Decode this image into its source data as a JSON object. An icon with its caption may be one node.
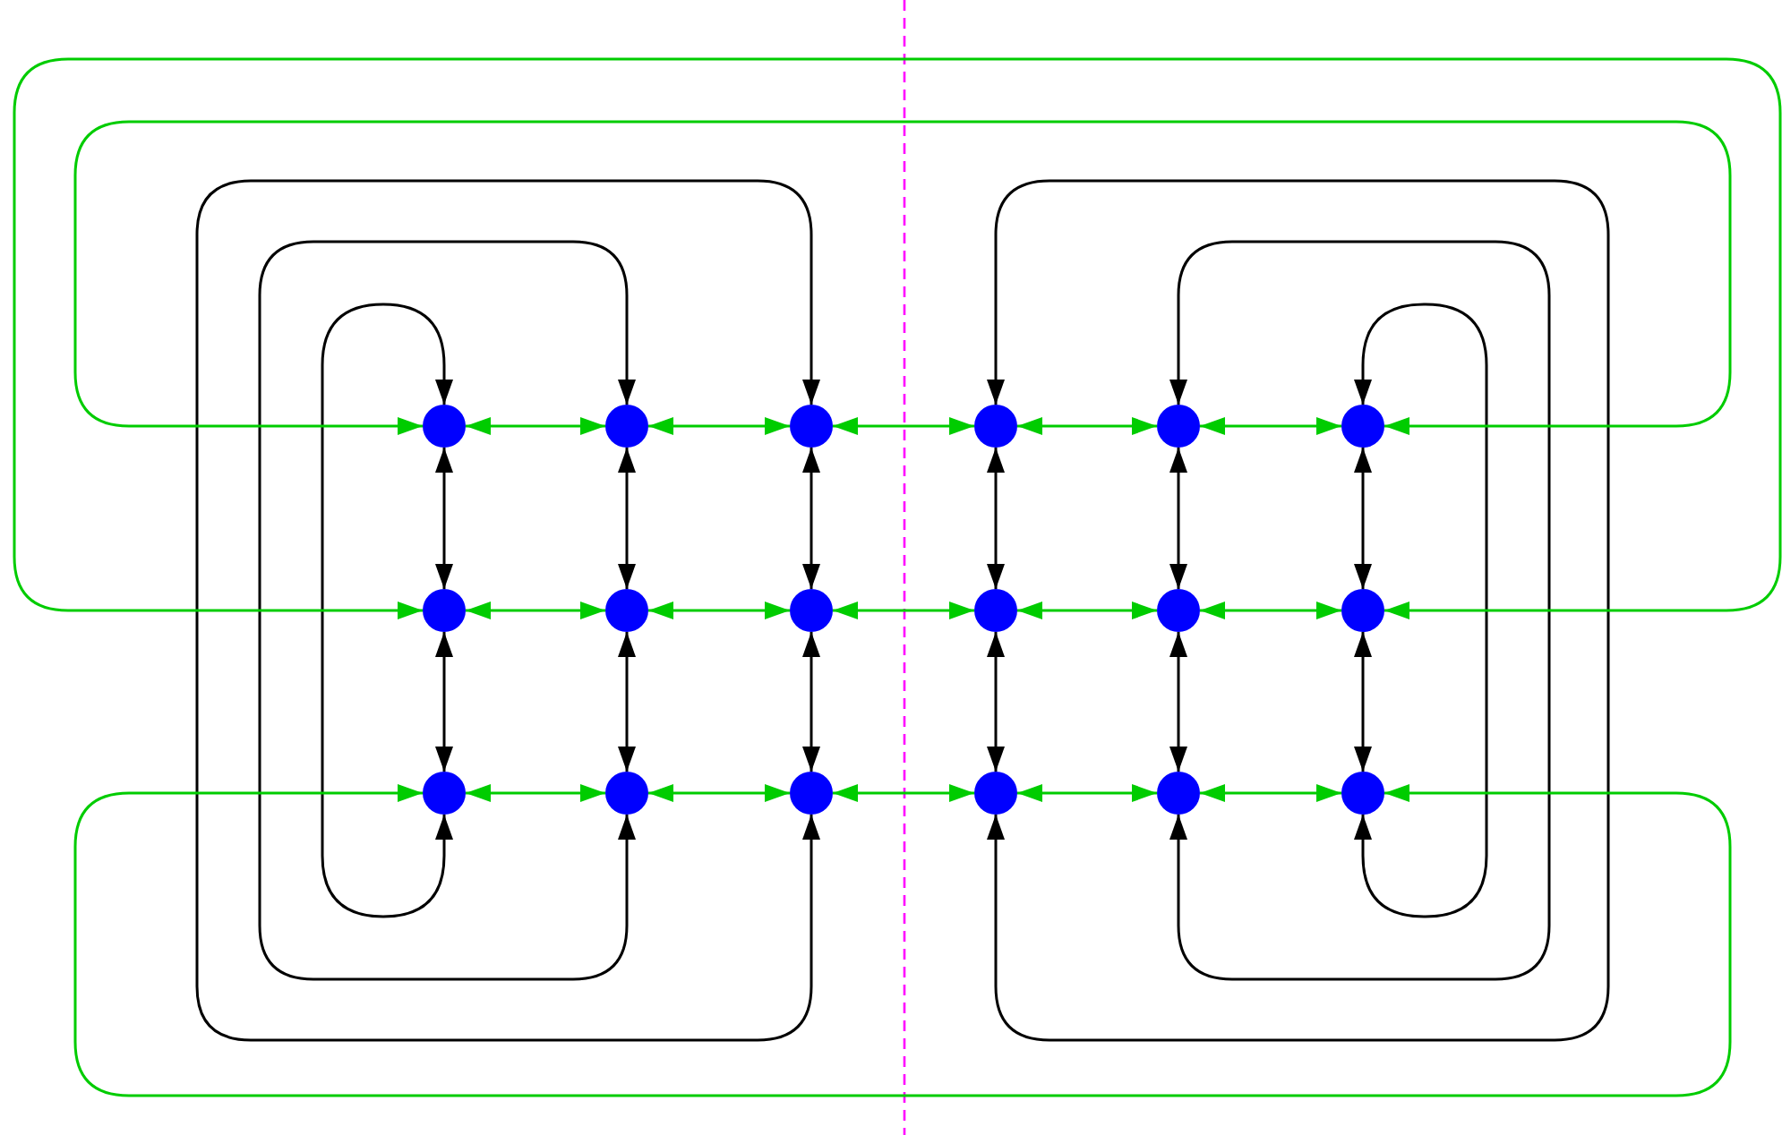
{
  "diagram": {
    "nodes": [
      {
        "text": [],
        "shape": "circle"
      },
      {
        "text": [],
        "shape": "circle"
      },
      {
        "text": [],
        "shape": "circle"
      },
      {
        "text": [],
        "shape": "circle"
      },
      {
        "text": [],
        "shape": "circle"
      },
      {
        "text": [],
        "shape": "circle"
      },
      {
        "text": [],
        "shape": "circle"
      },
      {
        "text": [],
        "shape": "circle"
      },
      {
        "text": [],
        "shape": "circle"
      },
      {
        "text": [],
        "shape": "circle"
      },
      {
        "text": [],
        "shape": "circle"
      },
      {
        "text": [],
        "shape": "circle"
      },
      {
        "text": [],
        "shape": "circle"
      },
      {
        "text": [],
        "shape": "circle"
      },
      {
        "text": [],
        "shape": "circle"
      },
      {
        "text": [],
        "shape": "circle"
      },
      {
        "text": [],
        "shape": "circle"
      },
      {
        "text": [],
        "shape": "circle"
      }
    ],
    "edges": [
      {
        "from": 0,
        "to": 1,
        "arrow": "both",
        "color": "#00cc00"
      },
      {
        "from": 1,
        "to": 2,
        "arrow": "both",
        "color": "#00cc00"
      },
      {
        "from": 2,
        "to": 3,
        "arrow": "both",
        "color": "#00cc00"
      },
      {
        "from": 3,
        "to": 4,
        "arrow": "both",
        "color": "#00cc00"
      },
      {
        "from": 4,
        "to": 5,
        "arrow": "both",
        "color": "#00cc00"
      },
      {
        "from": 6,
        "to": 7,
        "arrow": "both",
        "color": "#00cc00"
      },
      {
        "from": 7,
        "to": 8,
        "arrow": "both",
        "color": "#00cc00"
      },
      {
        "from": 8,
        "to": 9,
        "arrow": "both",
        "color": "#00cc00"
      },
      {
        "from": 9,
        "to": 10,
        "arrow": "both",
        "color": "#00cc00"
      },
      {
        "from": 10,
        "to": 11,
        "arrow": "both",
        "color": "#00cc00"
      },
      {
        "from": 12,
        "to": 13,
        "arrow": "both",
        "color": "#00cc00"
      },
      {
        "from": 13,
        "to": 14,
        "arrow": "both",
        "color": "#00cc00"
      },
      {
        "from": 14,
        "to": 15,
        "arrow": "both",
        "color": "#00cc00"
      },
      {
        "from": 15,
        "to": 16,
        "arrow": "both",
        "color": "#00cc00"
      },
      {
        "from": 16,
        "to": 17,
        "arrow": "both",
        "color": "#00cc00"
      },
      {
        "from": 0,
        "to": 6,
        "arrow": "both",
        "color": "#000000"
      },
      {
        "from": 6,
        "to": 12,
        "arrow": "both",
        "color": "#000000"
      },
      {
        "from": 1,
        "to": 7,
        "arrow": "both",
        "color": "#000000"
      },
      {
        "from": 7,
        "to": 13,
        "arrow": "both",
        "color": "#000000"
      },
      {
        "from": 2,
        "to": 8,
        "arrow": "both",
        "color": "#000000"
      },
      {
        "from": 8,
        "to": 14,
        "arrow": "both",
        "color": "#000000"
      },
      {
        "from": 3,
        "to": 9,
        "arrow": "both",
        "color": "#000000"
      },
      {
        "from": 9,
        "to": 15,
        "arrow": "both",
        "color": "#000000"
      },
      {
        "from": 4,
        "to": 10,
        "arrow": "both",
        "color": "#000000"
      },
      {
        "from": 10,
        "to": 16,
        "arrow": "both",
        "color": "#000000"
      },
      {
        "from": 5,
        "to": 11,
        "arrow": "both",
        "color": "#000000"
      },
      {
        "from": 11,
        "to": 17,
        "arrow": "both",
        "color": "#000000"
      },
      {
        "from": 0,
        "to": 12,
        "arrow": "both",
        "color": "#000000"
      },
      {
        "from": 1,
        "to": 13,
        "arrow": "both",
        "color": "#000000"
      },
      {
        "from": 2,
        "to": 14,
        "arrow": "both",
        "color": "#000000"
      },
      {
        "from": 3,
        "to": 15,
        "arrow": "both",
        "color": "#000000"
      },
      {
        "from": 4,
        "to": 16,
        "arrow": "both",
        "color": "#000000"
      },
      {
        "from": 5,
        "to": 17,
        "arrow": "both",
        "color": "#000000"
      },
      {
        "from": 0,
        "to": 5,
        "arrow": "both",
        "color": "#00cc00"
      },
      {
        "from": 6,
        "to": 11,
        "arrow": "both",
        "color": "#00cc00"
      },
      {
        "from": 12,
        "to": 17,
        "arrow": "both",
        "color": "#00cc00"
      }
    ]
  }
}
